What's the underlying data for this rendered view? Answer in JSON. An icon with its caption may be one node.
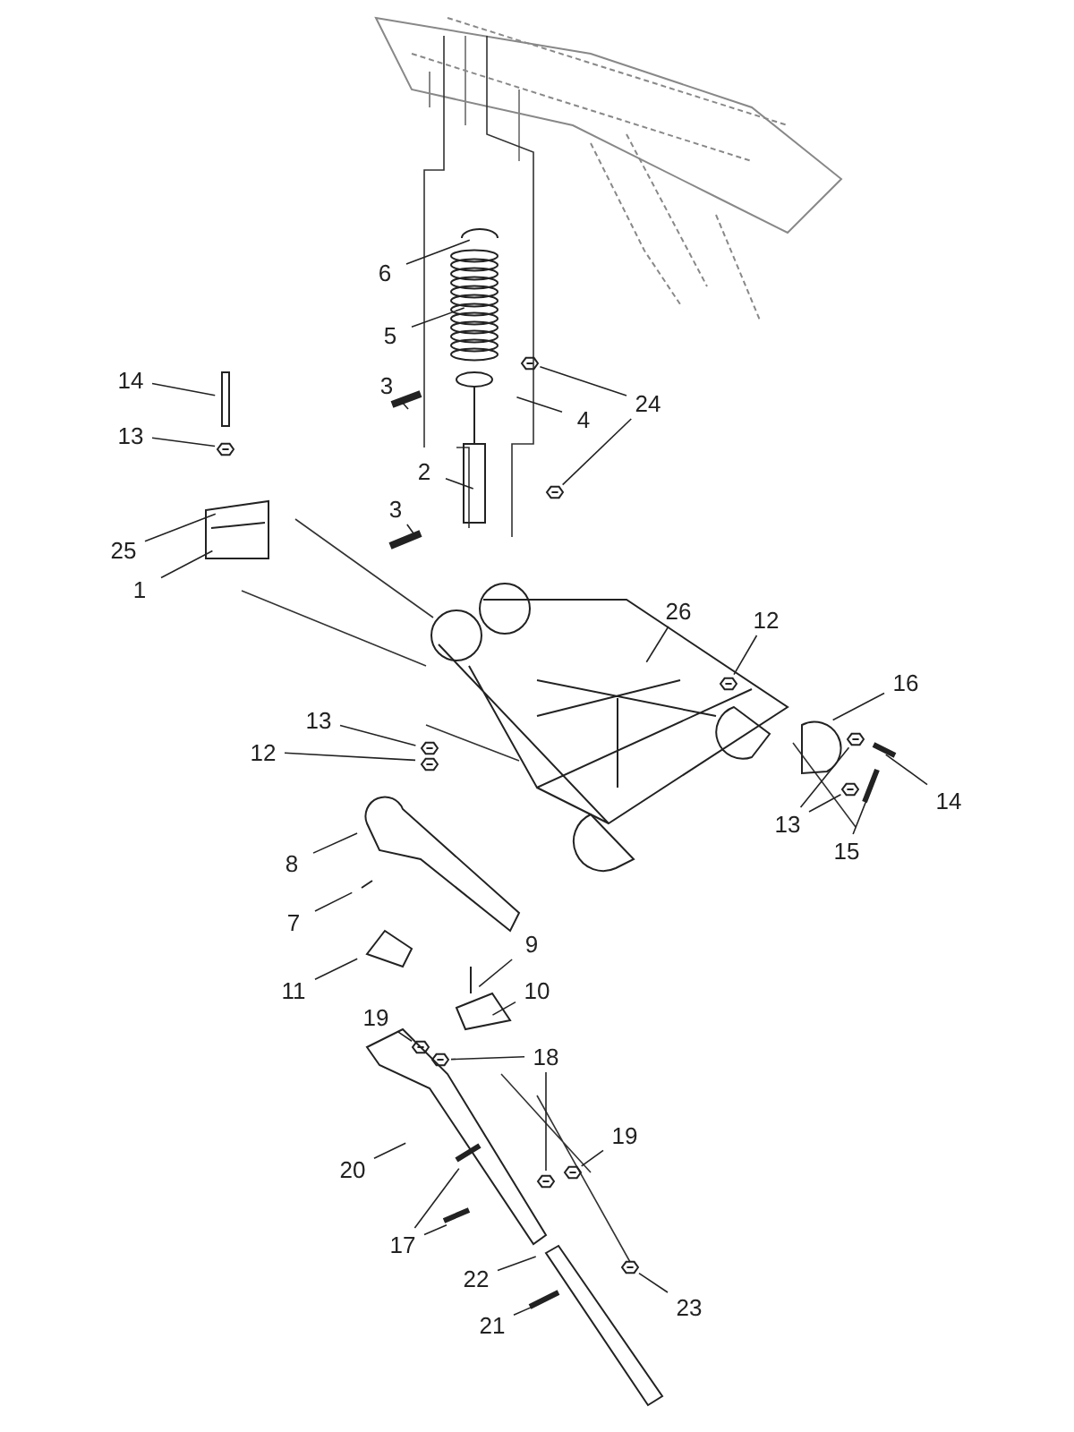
{
  "diagram": {
    "nodes": [
      {
        "text": [
          "6"
        ]
      },
      {
        "text": [
          "5"
        ]
      },
      {
        "text": [
          "3"
        ]
      },
      {
        "text": [
          "4"
        ]
      },
      {
        "text": [
          "24"
        ]
      },
      {
        "text": [
          "14"
        ]
      },
      {
        "text": [
          "13"
        ]
      },
      {
        "text": [
          "2"
        ]
      },
      {
        "text": [
          "3"
        ]
      },
      {
        "text": [
          "25"
        ]
      },
      {
        "text": [
          "1"
        ]
      },
      {
        "text": [
          "26"
        ]
      },
      {
        "text": [
          "12"
        ]
      },
      {
        "text": [
          "16"
        ]
      },
      {
        "text": [
          "13"
        ]
      },
      {
        "text": [
          "12"
        ]
      },
      {
        "text": [
          "13"
        ]
      },
      {
        "text": [
          "14"
        ]
      },
      {
        "text": [
          "15"
        ]
      },
      {
        "text": [
          "8"
        ]
      },
      {
        "text": [
          "7"
        ]
      },
      {
        "text": [
          "11"
        ]
      },
      {
        "text": [
          "9"
        ]
      },
      {
        "text": [
          "10"
        ]
      },
      {
        "text": [
          "19"
        ]
      },
      {
        "text": [
          "18"
        ]
      },
      {
        "text": [
          "20"
        ]
      },
      {
        "text": [
          "19"
        ]
      },
      {
        "text": [
          "17"
        ]
      },
      {
        "text": [
          "22"
        ]
      },
      {
        "text": [
          "21"
        ]
      },
      {
        "text": [
          "23"
        ]
      }
    ],
    "edges": [
      {
        "from": 0,
        "to": null,
        "arrow": "none"
      },
      {
        "from": 1,
        "to": null,
        "arrow": "none"
      },
      {
        "from": 2,
        "to": null,
        "arrow": "none"
      },
      {
        "from": 3,
        "to": null,
        "arrow": "none"
      },
      {
        "from": 4,
        "to": null,
        "arrow": "none"
      },
      {
        "from": 4,
        "to": null,
        "arrow": "none"
      },
      {
        "from": 5,
        "to": null,
        "arrow": "none"
      },
      {
        "from": 6,
        "to": null,
        "arrow": "none"
      },
      {
        "from": 7,
        "to": null,
        "arrow": "none"
      },
      {
        "from": 8,
        "to": null,
        "arrow": "none"
      },
      {
        "from": 9,
        "to": null,
        "arrow": "none"
      },
      {
        "from": 10,
        "to": null,
        "arrow": "none"
      },
      {
        "from": 11,
        "to": null,
        "arrow": "none"
      },
      {
        "from": 12,
        "to": null,
        "arrow": "none"
      },
      {
        "from": 13,
        "to": null,
        "arrow": "none"
      },
      {
        "from": 14,
        "to": null,
        "arrow": "none"
      },
      {
        "from": 15,
        "to": null,
        "arrow": "none"
      },
      {
        "from": 16,
        "to": null,
        "arrow": "none"
      },
      {
        "from": 16,
        "to": null,
        "arrow": "none"
      },
      {
        "from": 17,
        "to": null,
        "arrow": "none"
      },
      {
        "from": 18,
        "to": null,
        "arrow": "none"
      },
      {
        "from": 19,
        "to": null,
        "arrow": "none"
      },
      {
        "from": 20,
        "to": null,
        "arrow": "none"
      },
      {
        "from": 21,
        "to": null,
        "arrow": "none"
      },
      {
        "from": 22,
        "to": null,
        "arrow": "none"
      },
      {
        "from": 23,
        "to": null,
        "arrow": "none"
      },
      {
        "from": 24,
        "to": null,
        "arrow": "none"
      },
      {
        "from": 25,
        "to": null,
        "arrow": "none"
      },
      {
        "from": 25,
        "to": null,
        "arrow": "none"
      },
      {
        "from": 26,
        "to": null,
        "arrow": "none"
      },
      {
        "from": 27,
        "to": null,
        "arrow": "none"
      },
      {
        "from": 28,
        "to": null,
        "arrow": "none"
      },
      {
        "from": 28,
        "to": null,
        "arrow": "none"
      },
      {
        "from": 29,
        "to": null,
        "arrow": "none"
      },
      {
        "from": 30,
        "to": null,
        "arrow": "none"
      },
      {
        "from": 31,
        "to": null,
        "arrow": "none"
      }
    ]
  }
}
